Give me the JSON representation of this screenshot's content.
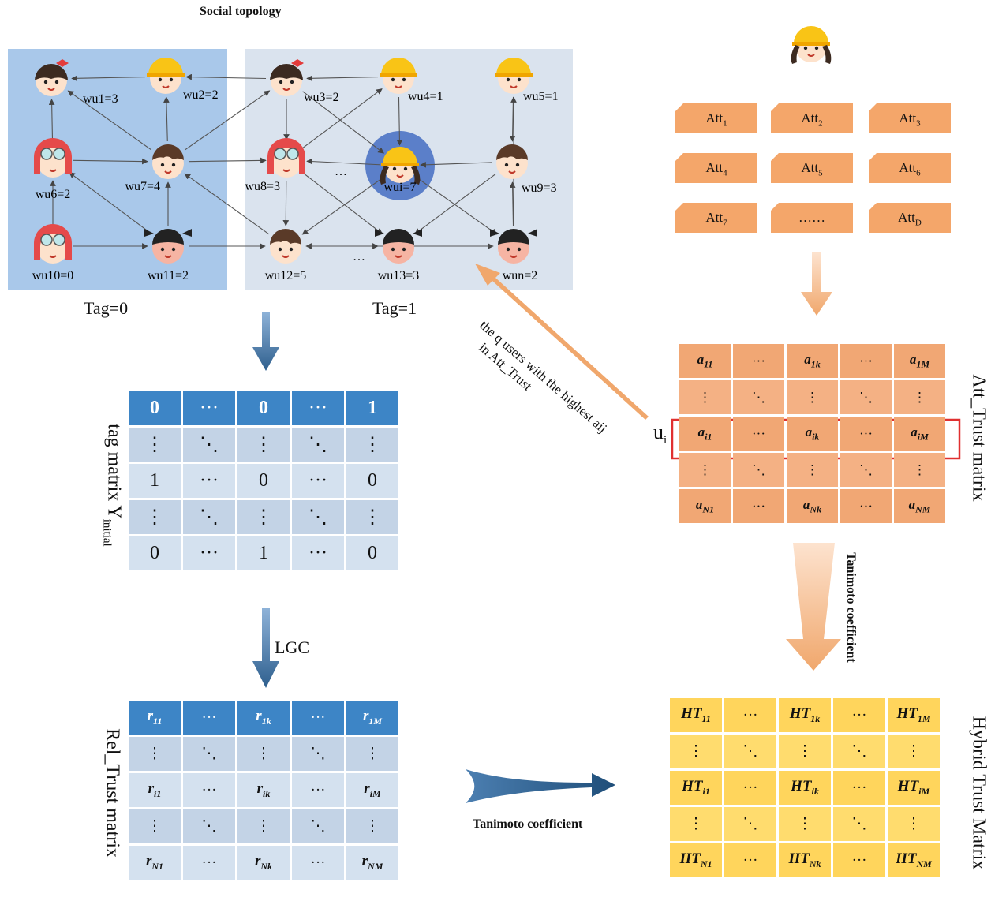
{
  "title": "Social topology",
  "groups": [
    {
      "label": "Tag=0"
    },
    {
      "label": "Tag=1"
    }
  ],
  "users": {
    "wu1": "wu1=3",
    "wu2": "wu2=2",
    "wu3": "wu3=2",
    "wu4": "wu4=1",
    "wu5": "wu5=1",
    "wu6": "wu6=2",
    "wu7": "wu7=4",
    "wu8": "wu8=3",
    "wui": "wui=7",
    "wu9": "wu9=3",
    "wu10": "wu10=0",
    "wu11": "wu11=2",
    "wu12": "wu12=5",
    "wu13": "wu13=3",
    "wun": "wun=2"
  },
  "ellipsis": "…",
  "attributes": [
    "Att1",
    "Att2",
    "Att3",
    "Att4",
    "Att5",
    "Att6",
    "Att7",
    "……",
    "AttD"
  ],
  "tag_matrix": {
    "label": "tag matrix Y",
    "label_sub": "initial",
    "rows": [
      [
        "0",
        "···",
        "0",
        "···",
        "1"
      ],
      [
        "⋮",
        "⋱",
        "⋮",
        "⋱",
        "⋮"
      ],
      [
        "1",
        "···",
        "0",
        "···",
        "0"
      ],
      [
        "⋮",
        "⋱",
        "⋮",
        "⋱",
        "⋮"
      ],
      [
        "0",
        "···",
        "1",
        "···",
        "0"
      ]
    ]
  },
  "lgc_label": "LGC",
  "rel_matrix": {
    "label": "Rel_Trust matrix",
    "rows": [
      [
        "r11",
        "···",
        "r1k",
        "···",
        "r1M"
      ],
      [
        "⋮",
        "⋱",
        "⋮",
        "⋱",
        "⋮"
      ],
      [
        "ri1",
        "···",
        "rik",
        "···",
        "riM"
      ],
      [
        "⋮",
        "⋱",
        "⋮",
        "⋱",
        "⋮"
      ],
      [
        "rN1",
        "···",
        "rNk",
        "···",
        "rNM"
      ]
    ]
  },
  "att_matrix": {
    "label": "Att_Trust matrix",
    "row_label": "ui",
    "rows": [
      [
        "a11",
        "···",
        "a1k",
        "···",
        "a1M"
      ],
      [
        "⋮",
        "⋱",
        "⋮",
        "⋱",
        "⋮"
      ],
      [
        "ai1",
        "···",
        "aik",
        "···",
        "aiM"
      ],
      [
        "⋮",
        "⋱",
        "⋮",
        "⋱",
        "⋮"
      ],
      [
        "aN1",
        "···",
        "aNk",
        "···",
        "aNM"
      ]
    ]
  },
  "ht_matrix": {
    "label": "Hybrid Trust Matrix",
    "rows": [
      [
        "HT11",
        "···",
        "HT1k",
        "···",
        "HT1M"
      ],
      [
        "⋮",
        "⋱",
        "⋮",
        "⋱",
        "⋮"
      ],
      [
        "HTi1",
        "···",
        "HTik",
        "···",
        "HTiM"
      ],
      [
        "⋮",
        "⋱",
        "⋮",
        "⋱",
        "⋮"
      ],
      [
        "HTN1",
        "···",
        "HTNk",
        "···",
        "HTNM"
      ]
    ]
  },
  "highest_label_1": "the q users with the highest aij",
  "highest_label_2": "in Att_Trust",
  "tanimoto_label": "Tanimoto coefficient",
  "colors": {
    "tag0_bg": "#a9c8ea",
    "tag1_bg": "#dae3ee",
    "blue_arrow": "#2e5f8e",
    "orange_arrow": "#f0b27f",
    "highlight": "#e03030"
  }
}
